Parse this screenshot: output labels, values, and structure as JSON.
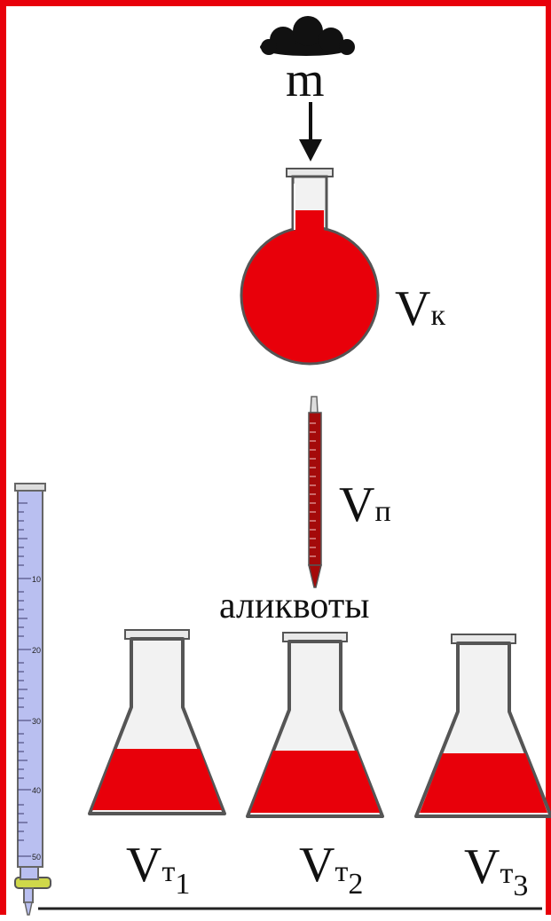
{
  "mass_label": "m",
  "flask_label": {
    "main": "V",
    "sub": "к"
  },
  "pipette_label": {
    "main": "V",
    "sub": "п"
  },
  "aliquots_label": "аликвоты",
  "titration_flasks": [
    {
      "main": "V",
      "sub": "т",
      "index": "1"
    },
    {
      "main": "V",
      "sub": "т",
      "index": "2"
    },
    {
      "main": "V",
      "sub": "т",
      "index": "3"
    }
  ],
  "burette_scale": [
    "10",
    "20",
    "30",
    "40",
    "50"
  ],
  "colors": {
    "frame": "#e8000a",
    "solution": "#e8000a",
    "burette_liquid": "#b9bff0",
    "glass": "#555555"
  }
}
